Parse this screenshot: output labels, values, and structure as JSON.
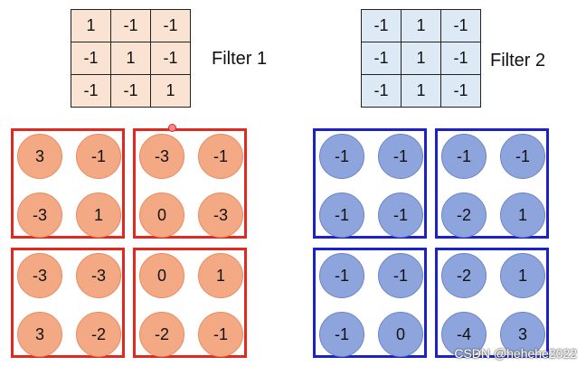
{
  "filter1": {
    "label": "Filter 1",
    "values": [
      "1",
      "-1",
      "-1",
      "-1",
      "1",
      "-1",
      "-1",
      "-1",
      "1"
    ],
    "color": "#fbe3d3"
  },
  "filter2": {
    "label": "Filter 2",
    "values": [
      "-1",
      "1",
      "-1",
      "-1",
      "1",
      "-1",
      "-1",
      "1",
      "-1"
    ],
    "color": "#dde9f5"
  },
  "maps1": {
    "circle_color": "#f3a983",
    "box_color": "#e02a1f",
    "groups": [
      [
        "3",
        "-1",
        "-3",
        "1"
      ],
      [
        "-3",
        "-1",
        "0",
        "-3"
      ],
      [
        "-3",
        "-3",
        "3",
        "-2"
      ],
      [
        "0",
        "1",
        "-2",
        "-1"
      ]
    ]
  },
  "maps2": {
    "circle_color": "#8ea4dc",
    "box_color": "#1a22c8",
    "groups": [
      [
        "-1",
        "-1",
        "-1",
        "-1"
      ],
      [
        "-1",
        "-1",
        "-2",
        "1"
      ],
      [
        "-1",
        "-1",
        "-1",
        "0"
      ],
      [
        "-2",
        "1",
        "-4",
        "3"
      ]
    ]
  },
  "watermark": "CSDN @hehehe2022"
}
